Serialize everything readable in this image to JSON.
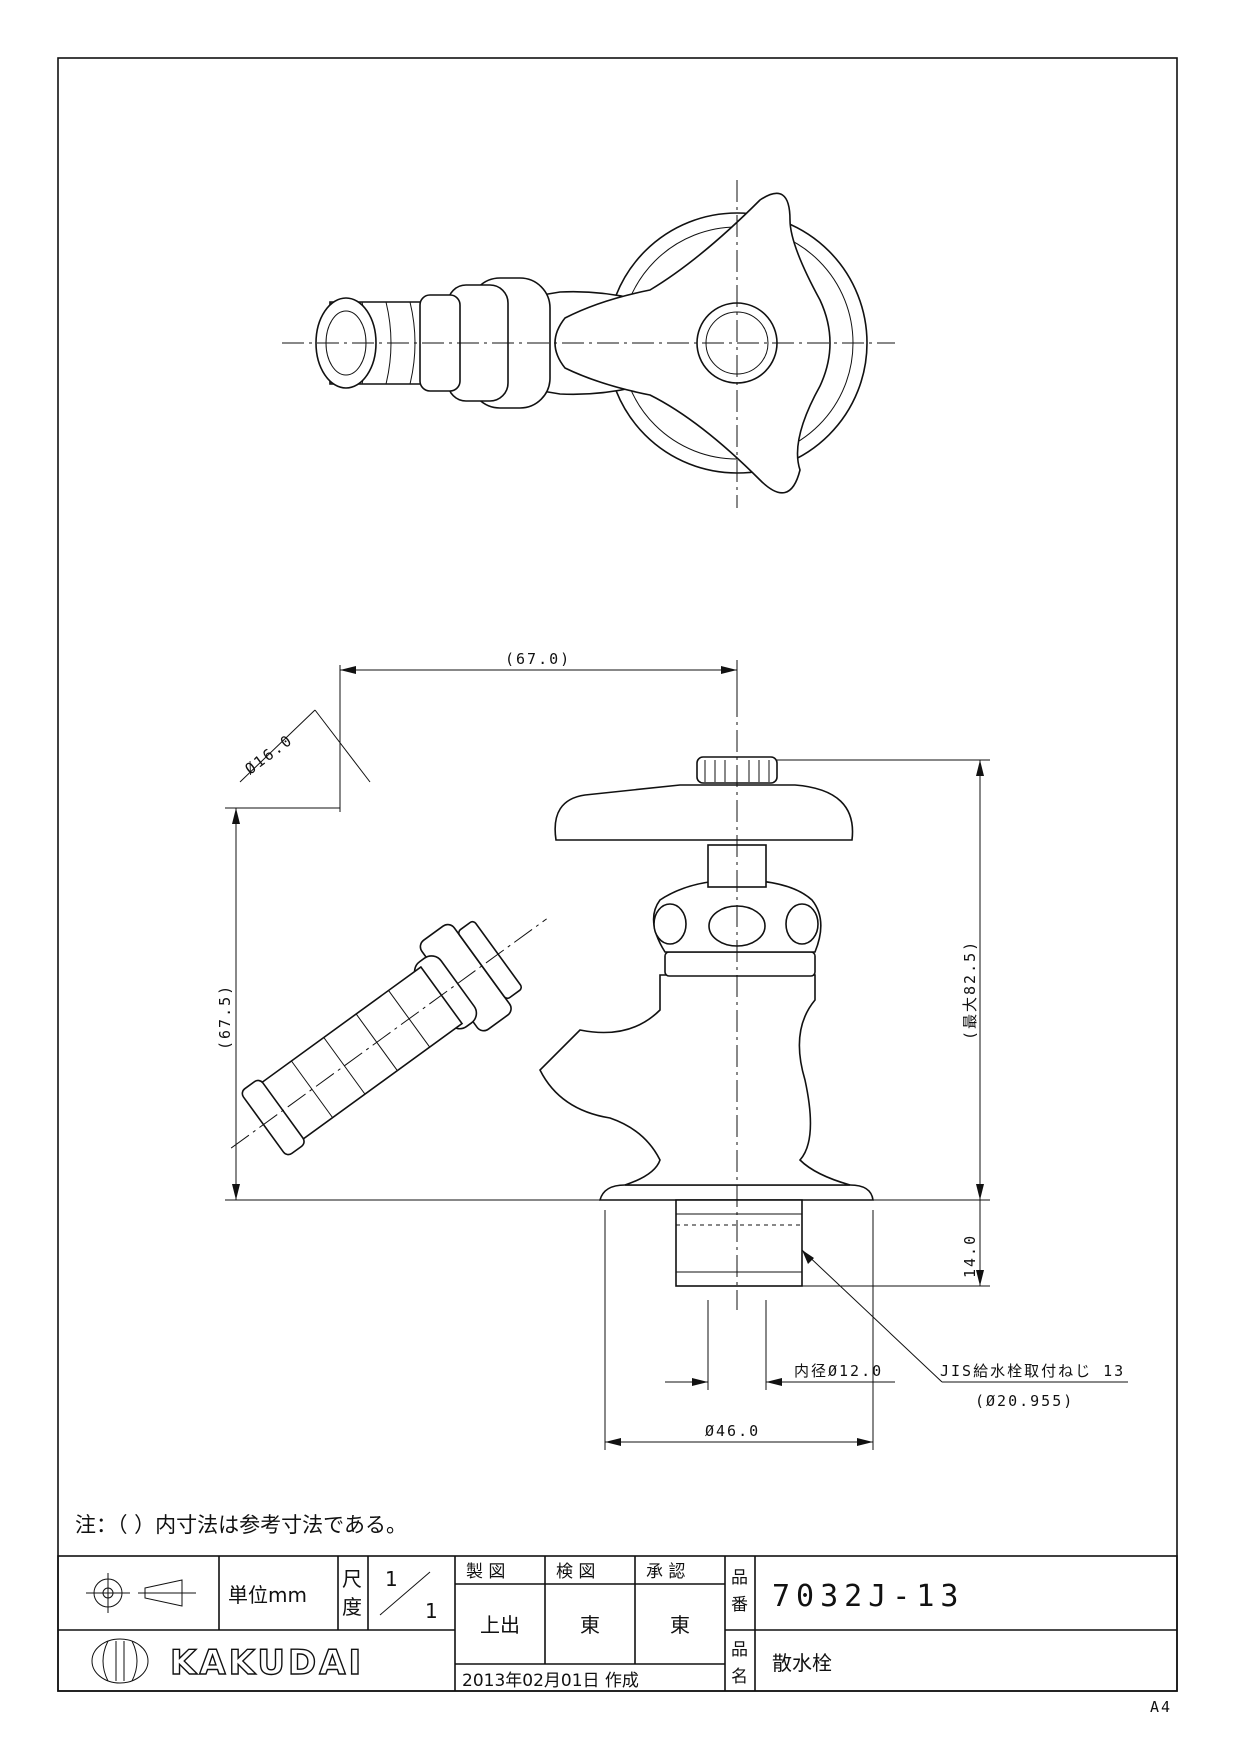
{
  "dimensions": {
    "top_width": "(67.0)",
    "left_height": "(67.5)",
    "hose_dia": "Ø16.0",
    "max_height": "(最大82.5)",
    "thread_len": "14.0",
    "inner_dia": "内径Ø12.0",
    "base_dia": "Ø46.0",
    "jis_label": "JIS給水栓取付ねじ 13",
    "jis_value": "(Ø20.955)"
  },
  "note": "注：（ ）内寸法は参考寸法である。",
  "title_block": {
    "unit_label": "単位mm",
    "scale_label_1": "尺",
    "scale_label_2": "度",
    "scale_num": "1",
    "scale_den": "1",
    "drawn_header": "製 図",
    "checked_header": "検 図",
    "approved_header": "承 認",
    "drawn_by": "上出",
    "checked_by": "東",
    "approved_by": "東",
    "part_no_label_1": "品",
    "part_no_label_2": "番",
    "part_no": "7032J-13",
    "part_name_label_1": "品",
    "part_name_label_2": "名",
    "part_name": "散水栓",
    "date": "2013年02月01日 作成",
    "brand": "KAKUDAI"
  },
  "paper_size": "A4",
  "icons": [
    "third-angle-projection-icon",
    "kakudai-logo-icon"
  ]
}
